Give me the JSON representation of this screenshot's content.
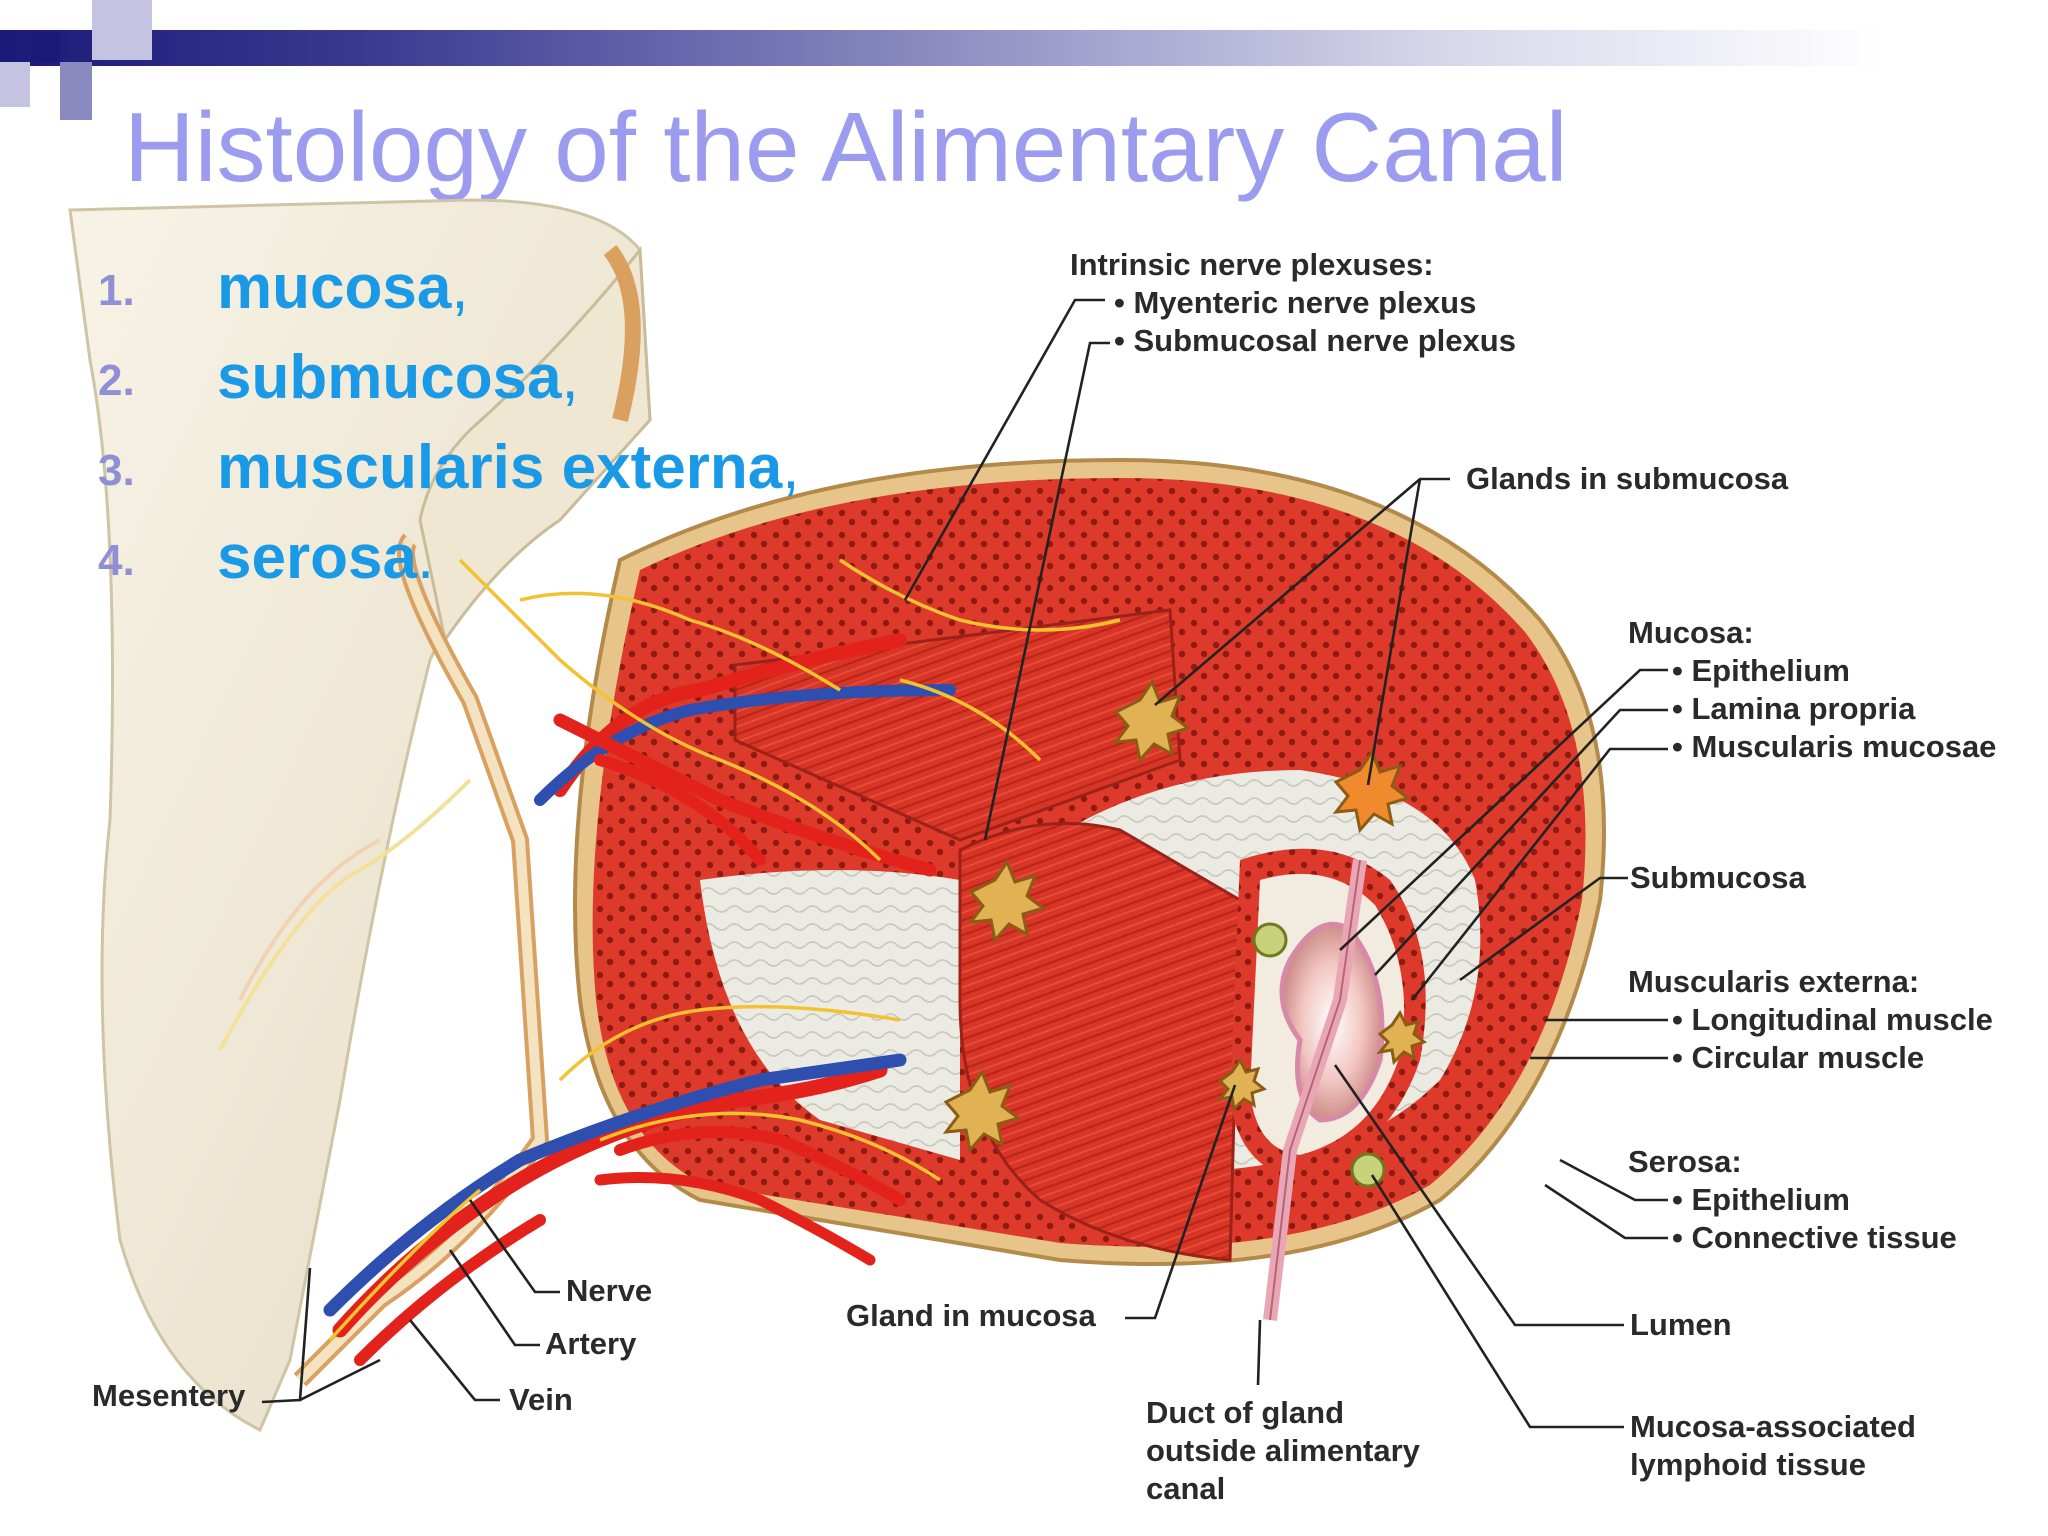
{
  "slide": {
    "title": "Histology of the Alimentary Canal",
    "bullets": [
      {
        "num": "1.",
        "text": "mucosa",
        "sep": ","
      },
      {
        "num": "2.",
        "text": "submucosa",
        "sep": ","
      },
      {
        "num": "3.",
        "text": "muscularis externa",
        "sep": ","
      },
      {
        "num": "4.",
        "text": "serosa",
        "sep": "."
      }
    ],
    "colors": {
      "header_dark": "#1a1a78",
      "title": "#9b9bf0",
      "bullet_text": "#1a9ae6",
      "bullet_num": "#8f8fd6",
      "muscle": "#d8342a",
      "artery": "#e3231b",
      "vein": "#2f4fb0",
      "nerve": "#f2c230"
    }
  },
  "diagram": {
    "nerve_plexuses": {
      "heading": "Intrinsic nerve plexuses:",
      "items": [
        "• Myenteric nerve plexus",
        "• Submucosal nerve plexus"
      ]
    },
    "glands_submucosa": "Glands in submucosa",
    "mucosa": {
      "heading": "Mucosa:",
      "items": [
        "• Epithelium",
        "• Lamina propria",
        "• Muscularis mucosae"
      ]
    },
    "submucosa": "Submucosa",
    "muscularis_externa": {
      "heading": "Muscularis externa:",
      "items": [
        "• Longitudinal muscle",
        "• Circular muscle"
      ]
    },
    "serosa": {
      "heading": "Serosa:",
      "items": [
        "• Epithelium",
        "• Connective tissue"
      ]
    },
    "lumen": "Lumen",
    "malt": [
      "Mucosa-associated",
      "lymphoid tissue"
    ],
    "duct": [
      "Duct of gland",
      "outside alimentary",
      "canal"
    ],
    "gland_mucosa": "Gland in mucosa",
    "nerve": "Nerve",
    "artery": "Artery",
    "vein": "Vein",
    "mesentery": "Mesentery"
  }
}
